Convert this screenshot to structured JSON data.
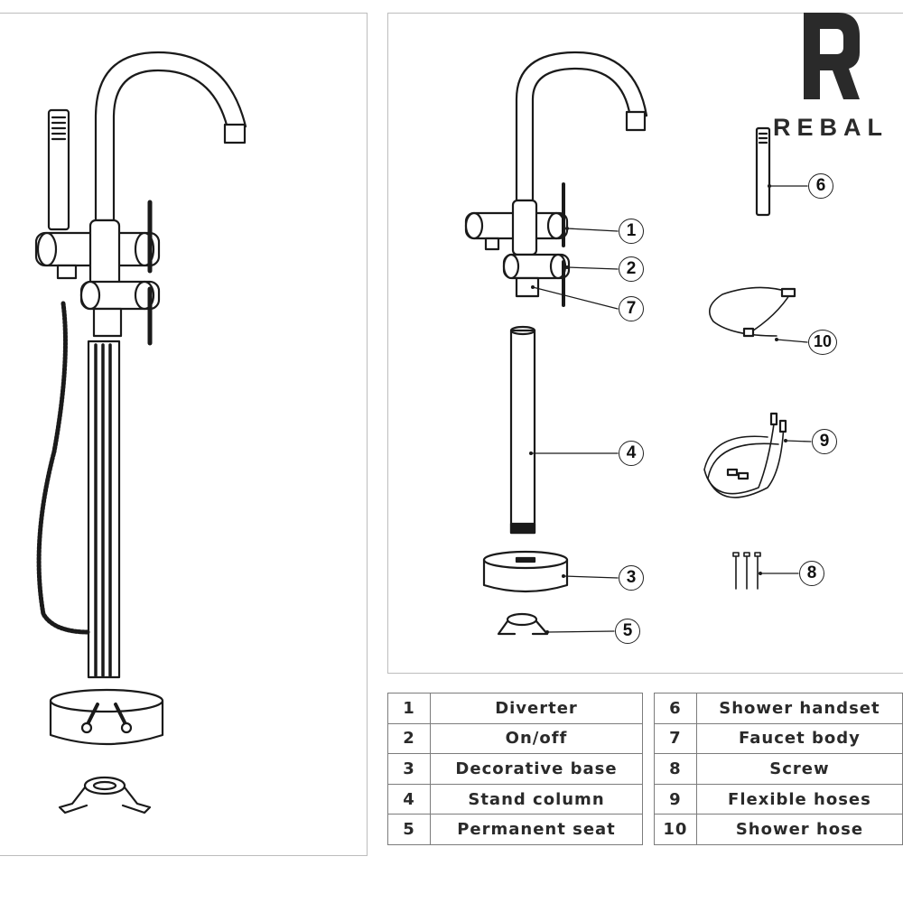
{
  "brand": {
    "name": "REBAL",
    "logo_icon": "r-block-logo-icon",
    "logo_color": "#2a2a2a"
  },
  "callouts": [
    "1",
    "2",
    "7",
    "4",
    "3",
    "5",
    "6",
    "10",
    "9",
    "8"
  ],
  "parts_left": [
    {
      "num": "1",
      "name": "Diverter"
    },
    {
      "num": "2",
      "name": "On/off"
    },
    {
      "num": "3",
      "name": "Decorative base"
    },
    {
      "num": "4",
      "name": "Stand column"
    },
    {
      "num": "5",
      "name": "Permanent seat"
    }
  ],
  "parts_right": [
    {
      "num": "6",
      "name": "Shower handset"
    },
    {
      "num": "7",
      "name": "Faucet body"
    },
    {
      "num": "8",
      "name": "Screw"
    },
    {
      "num": "9",
      "name": "Flexible hoses"
    },
    {
      "num": "10",
      "name": "Shower hose"
    }
  ]
}
